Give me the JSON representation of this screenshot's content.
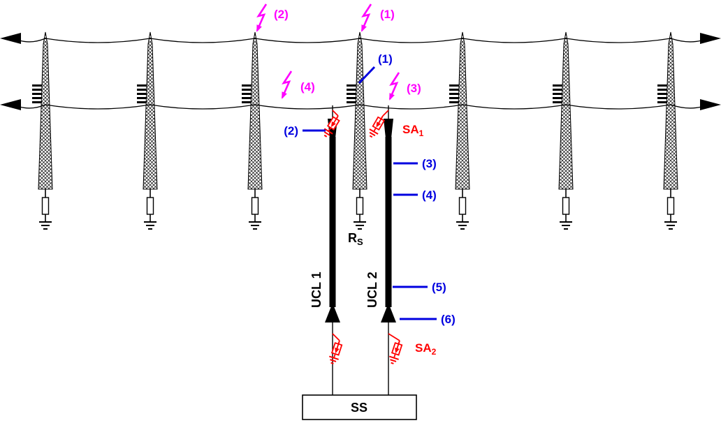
{
  "colors": {
    "magenta": "#ff00ff",
    "blue": "#0000e0",
    "red": "#ff0000",
    "ink": "#000000"
  },
  "lightning_strikes": {
    "s1": "(1)",
    "s2": "(2)",
    "s3": "(3)",
    "s4": "(4)"
  },
  "callouts": {
    "c1": "(1)",
    "c2": "(2)",
    "c3": "(3)",
    "c4": "(4)",
    "c5": "(5)",
    "c6": "(6)"
  },
  "arresters": {
    "prefix": "SA",
    "sa1_index": "1",
    "sa2_index": "2"
  },
  "footing_resistance": {
    "symbol": "R",
    "subscript": "S"
  },
  "cables": {
    "ucl1_label": "UCL 1",
    "ucl2_label": "UCL 2"
  },
  "substation": {
    "label": "SS"
  }
}
